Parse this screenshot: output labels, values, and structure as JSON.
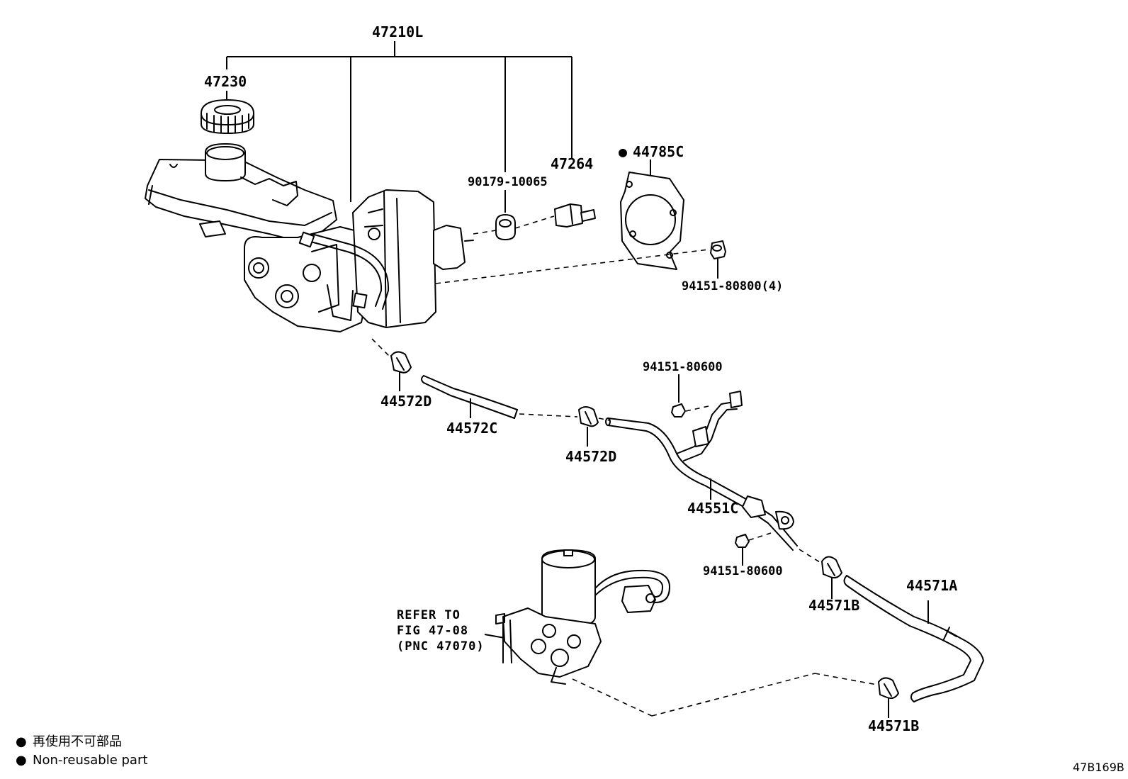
{
  "labels": {
    "master_assembly": "47210L",
    "reservoir_cap": "47230",
    "gasket": "44785C",
    "grommet": "90179-10065",
    "bracket": "47264",
    "nut_4": "94151-80800(4)",
    "clip_d_left": "44572D",
    "hose_c": "44572C",
    "clip_d_mid": "44572D",
    "nut_upper": "94151-80600",
    "pipe_c": "44551C",
    "nut_lower": "94151-80600",
    "clip_b_upper": "44571B",
    "hose_a": "44571A",
    "clip_b_lower": "44571B"
  },
  "reference_note": {
    "line1": "REFER TO",
    "line2": "FIG 47-08",
    "line3": "(PNC 47070)"
  },
  "legend": {
    "items": [
      {
        "symbol": "●",
        "text": "再使用不可部品"
      },
      {
        "symbol": "●",
        "text": "Non-reusable part"
      }
    ]
  },
  "gasket_marker": "●",
  "figure_id": "47B169B"
}
